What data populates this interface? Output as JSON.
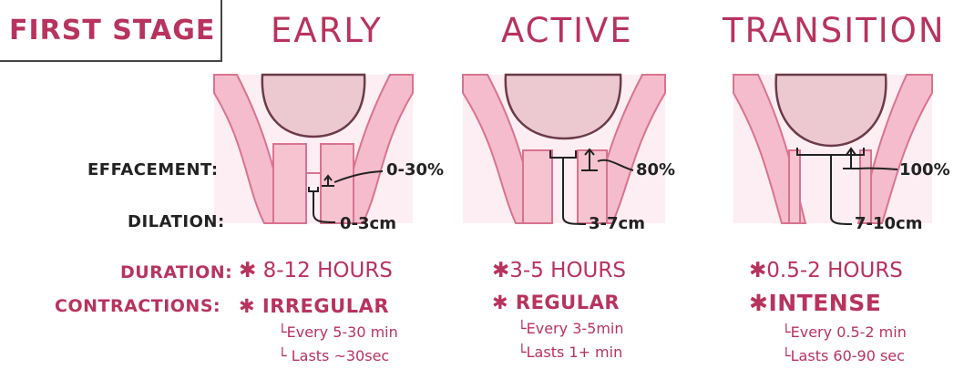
{
  "page_title": "FIRST STAGE",
  "row_labels": {
    "effacement": "EFFACEMENT:",
    "dilation": "DILATION:",
    "duration": "DURATION:",
    "contractions": "CONTRACTIONS:"
  },
  "stages": [
    {
      "name": "EARLY",
      "effacement": "0-30%",
      "dilation": "0-3cm",
      "duration": "✱ 8-12 HOURS",
      "contractions": "✱ IRREGULAR",
      "every": "└Every 5-30 min",
      "lasts": "└ Lasts ~30sec"
    },
    {
      "name": "ACTIVE",
      "effacement": "80%",
      "dilation": "3-7cm",
      "duration": "✱3-5 HOURS",
      "contractions": "✱ REGULAR",
      "every": "└Every 3-5min",
      "lasts": "└Lasts 1+ min"
    },
    {
      "name": "TRANSITION",
      "effacement": "100%",
      "dilation": "7-10cm",
      "duration": "✱0.5-2 HOURS",
      "contractions": "✱INTENSE",
      "every": "└Every 0.5-2 min",
      "lasts": "└Lasts 60-90 sec"
    }
  ],
  "colors": {
    "accent": "#b8335e",
    "tissue": "#f7c9d6",
    "tissue_stroke": "#d9738f",
    "head": "#ecc9d1",
    "ink": "#222222"
  }
}
